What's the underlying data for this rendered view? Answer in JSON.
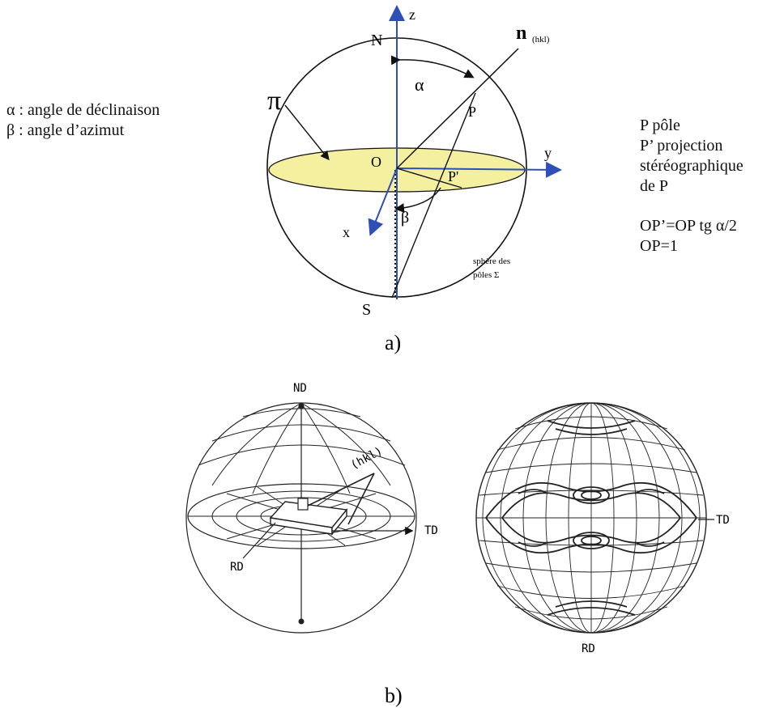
{
  "legend_left": {
    "alpha": "α : angle de déclinaison",
    "beta": "β : angle d’azimut"
  },
  "legend_right": {
    "line1": "P pôle",
    "line2": "P’ projection",
    "line3": "stéréographique",
    "line4": "de P",
    "line5": "OP’=OP tg α/2",
    "line6": "OP=1"
  },
  "figure_a": {
    "caption": "a)",
    "z": "z",
    "y": "y",
    "x": "x",
    "N": "N",
    "S": "S",
    "O": "O",
    "P": "P",
    "Pprime": "P'",
    "alpha": "α",
    "beta": "β",
    "pi": "π",
    "n": "n",
    "hkl": "(hkl)",
    "sphere_label_1": "sphère des",
    "sphere_label_2": "pôles Σ",
    "colors": {
      "axis": "#2e4fb8",
      "plane": "#f4f0a0",
      "line": "#111111"
    }
  },
  "figure_b": {
    "caption": "b)",
    "ND": "ND",
    "TD_left": "TD",
    "RD_left": "RD",
    "hkl": "(hkl)",
    "TD_right": "TD",
    "RD_right": "RD"
  }
}
